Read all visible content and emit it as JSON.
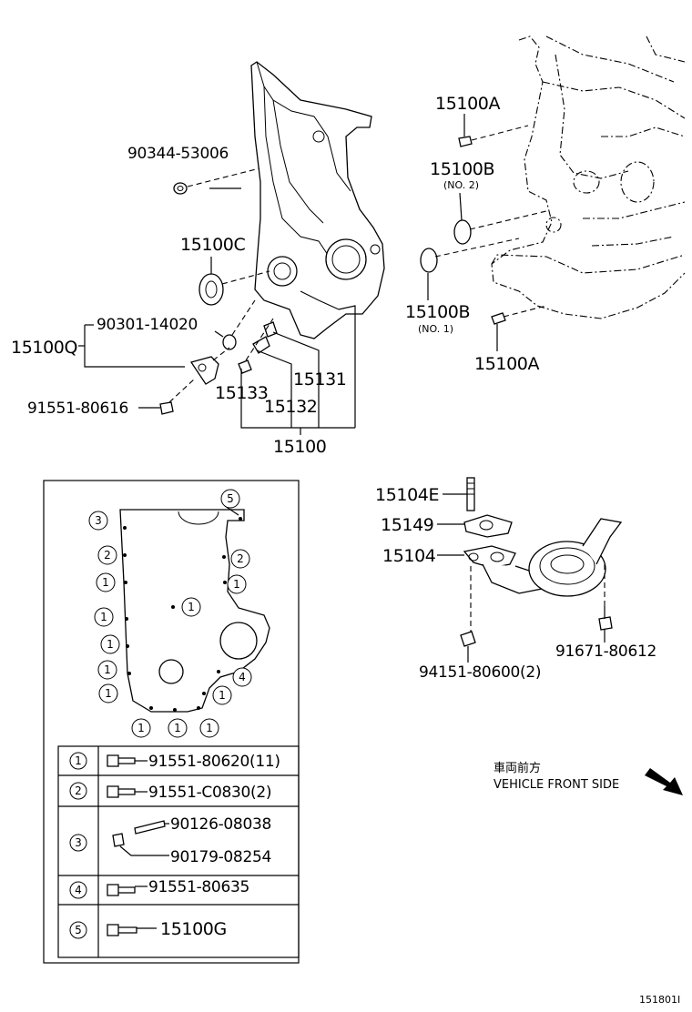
{
  "labels": {
    "p90344": "90344-53006",
    "p15100C": "15100C",
    "p90301": "90301-14020",
    "p15100Q": "15100Q",
    "p91551_80616": "91551-80616",
    "p15133": "15133",
    "p15132": "15132",
    "p15131": "15131",
    "p15100": "15100",
    "p15100A_top": "15100A",
    "p15100B_top": "15100B",
    "p15100B_top_sub": "(NO. 2)",
    "p15100B_bot": "15100B",
    "p15100B_bot_sub": "(NO. 1)",
    "p15100A_bot": "15100A",
    "p15104E": "15104E",
    "p15149": "15149",
    "p15104": "15104",
    "p94151": "94151-80600(2)",
    "p91671": "91671-80612"
  },
  "callouts": [
    "5",
    "3",
    "2",
    "2",
    "1",
    "1",
    "1",
    "1",
    "1",
    "1",
    "1",
    "4",
    "1",
    "1",
    "1",
    "1"
  ],
  "legend": {
    "rows": [
      {
        "key": "1",
        "parts": [
          "91551-80620(11)"
        ]
      },
      {
        "key": "2",
        "parts": [
          "91551-C0830(2)"
        ]
      },
      {
        "key": "3",
        "parts": [
          "90126-08038",
          "90179-08254"
        ]
      },
      {
        "key": "4",
        "parts": [
          "91551-80635"
        ]
      },
      {
        "key": "5",
        "parts": [
          "15100G"
        ]
      }
    ]
  },
  "direction": {
    "jp": "車両前方",
    "en": "VEHICLE FRONT SIDE"
  },
  "figure_id": "151801I"
}
